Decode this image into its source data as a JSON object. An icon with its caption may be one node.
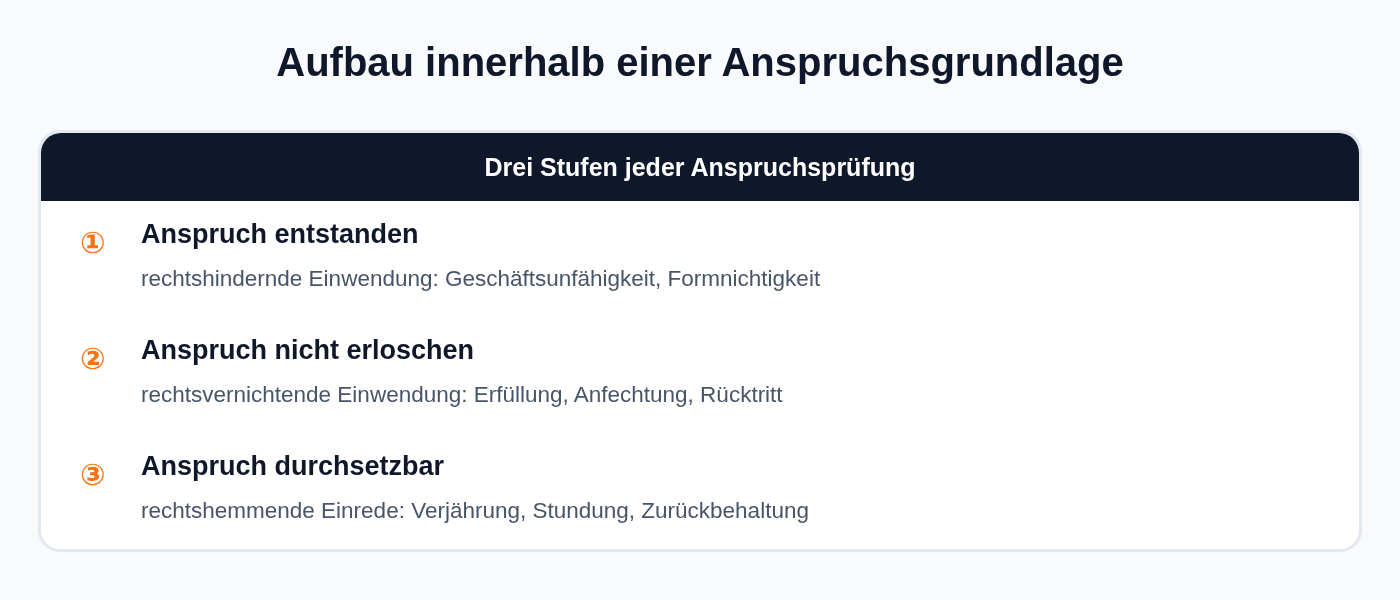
{
  "diagram": {
    "title": "Aufbau innerhalb einer Anspruchsgrundlage",
    "nodes": [
      {
        "text": [
          "①",
          "Anspruch entstanden",
          "rechtshindernde Einwendung: Geschäftsunfähigkeit, Formnichtigkeit",
          "②",
          "Anspruch nicht erloschen",
          "rechtsvernichtende Einwendung: Erfüllung, Anfechtung, Rücktritt",
          "③",
          "Anspruch durchsetzbar",
          "rechtshemmende Einrede: Verjährung, Stundung, Zurückbehaltung"
        ]
      },
      {
        "text": [
          "Drei Stufen jeder Anspruchsprüfung"
        ],
        "in": 0
      }
    ]
  }
}
